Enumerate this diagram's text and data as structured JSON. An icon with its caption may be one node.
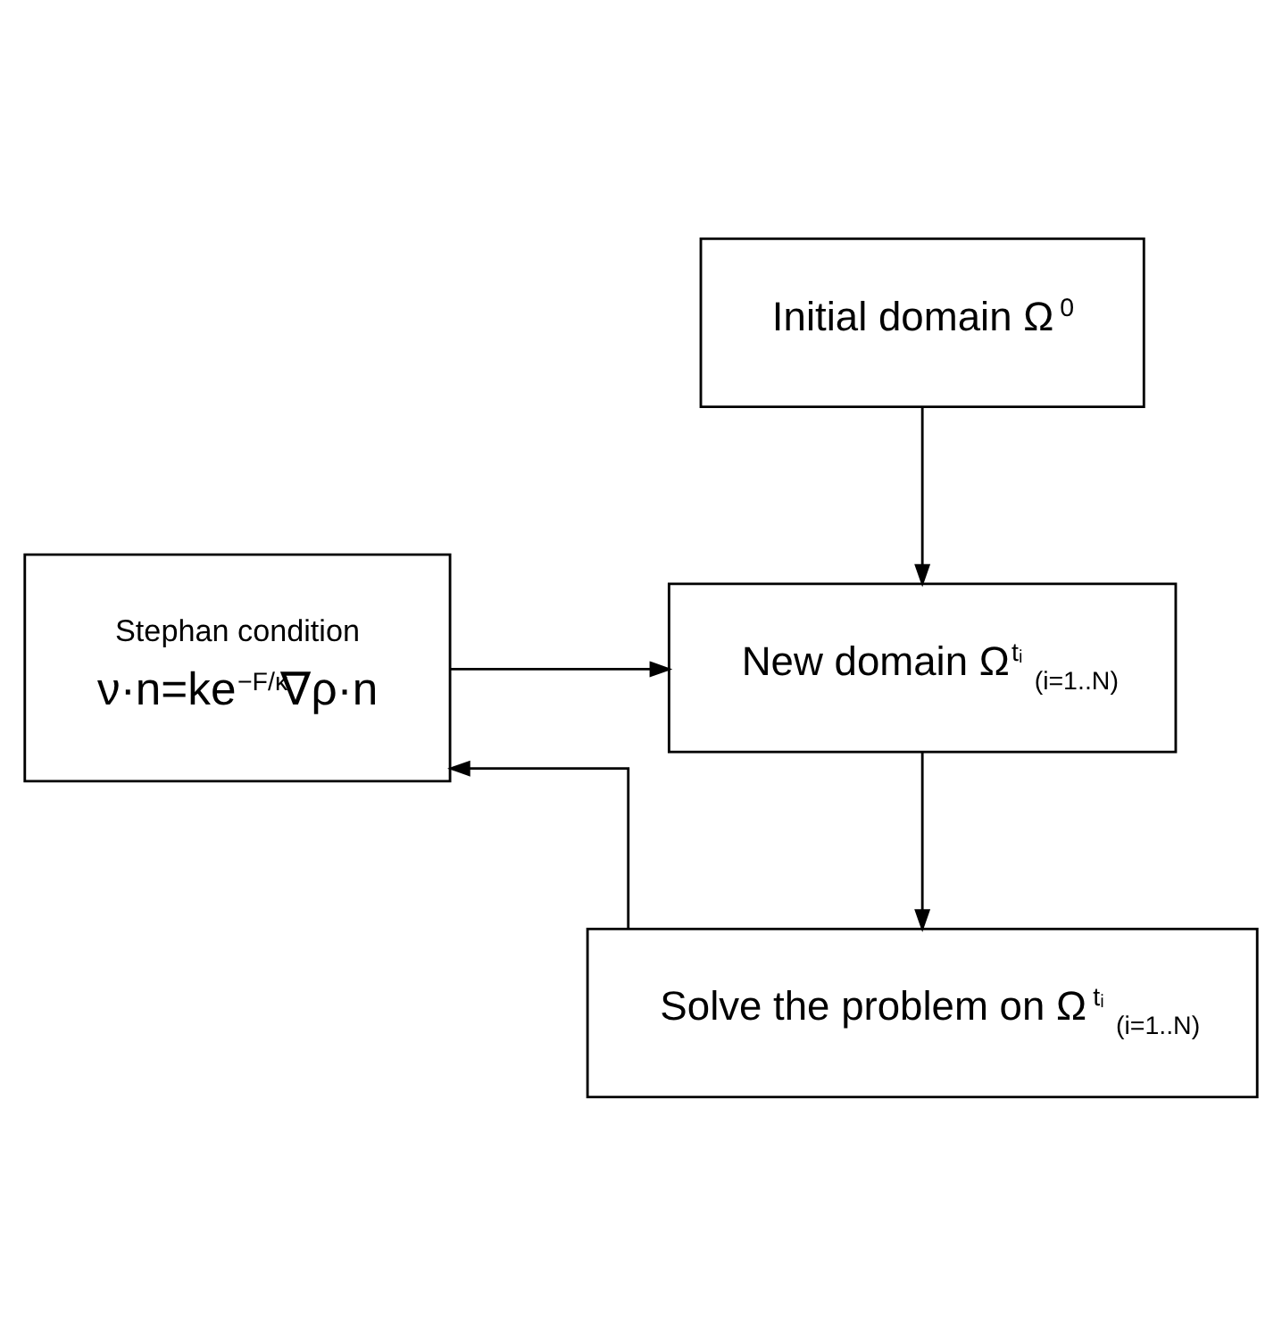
{
  "diagram": {
    "nodes": [
      {
        "text": [
          "Initial domain Ω$^{0}$"
        ]
      },
      {
        "text": [
          "New domain Ω$^{tᵢ}$ $_{(i=1..N)}$"
        ]
      },
      {
        "text": [
          "Solve the problem on Ω$^{tᵢ}$ $_{(i=1..N)}$"
        ]
      },
      {
        "text": [
          "Stephan condition",
          "ν·n=ke$^{−F/κ}$∇ρ·n"
        ]
      }
    ],
    "edges": [
      {
        "from": 0,
        "to": 1,
        "arrow": "to"
      },
      {
        "from": 1,
        "to": 2,
        "arrow": "to"
      },
      {
        "from": 2,
        "to": 3,
        "arrow": "to"
      },
      {
        "from": 3,
        "to": 1,
        "arrow": "to"
      }
    ]
  }
}
